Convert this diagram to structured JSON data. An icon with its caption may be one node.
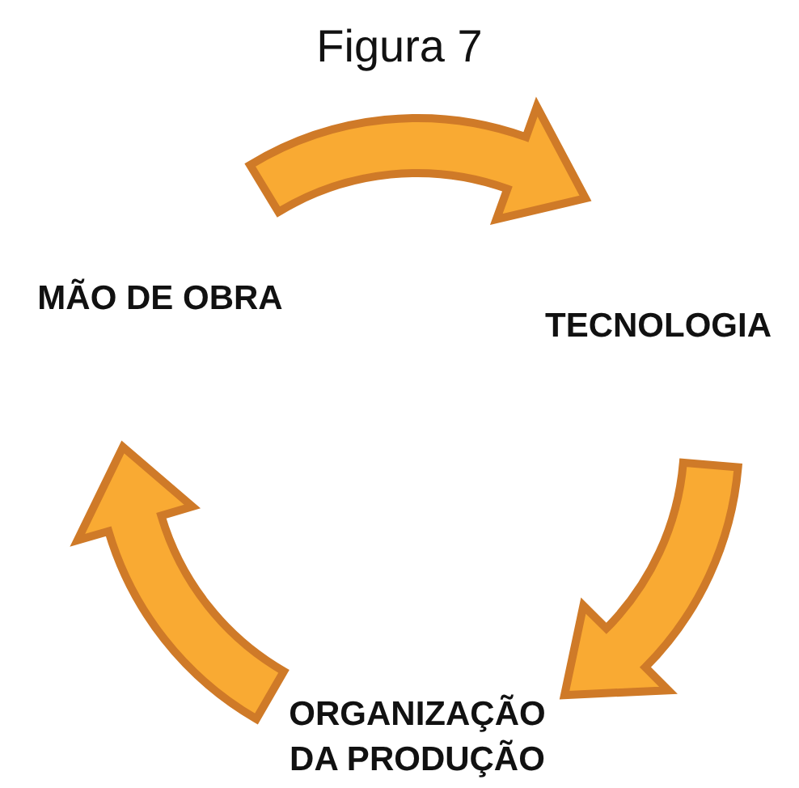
{
  "diagram": {
    "title": "Figura 7",
    "nodes": [
      {
        "text": [
          "MÃO DE OBRA"
        ]
      },
      {
        "text": [
          "TECNOLOGIA"
        ]
      },
      {
        "text": [
          "ORGANIZAÇÃO DA PRODUÇÃO"
        ]
      }
    ],
    "edges": [
      {
        "from": 0,
        "to": 1,
        "arrow": "to"
      },
      {
        "from": 1,
        "to": 2,
        "arrow": "to"
      },
      {
        "from": 2,
        "to": 0,
        "arrow": "to"
      }
    ]
  }
}
